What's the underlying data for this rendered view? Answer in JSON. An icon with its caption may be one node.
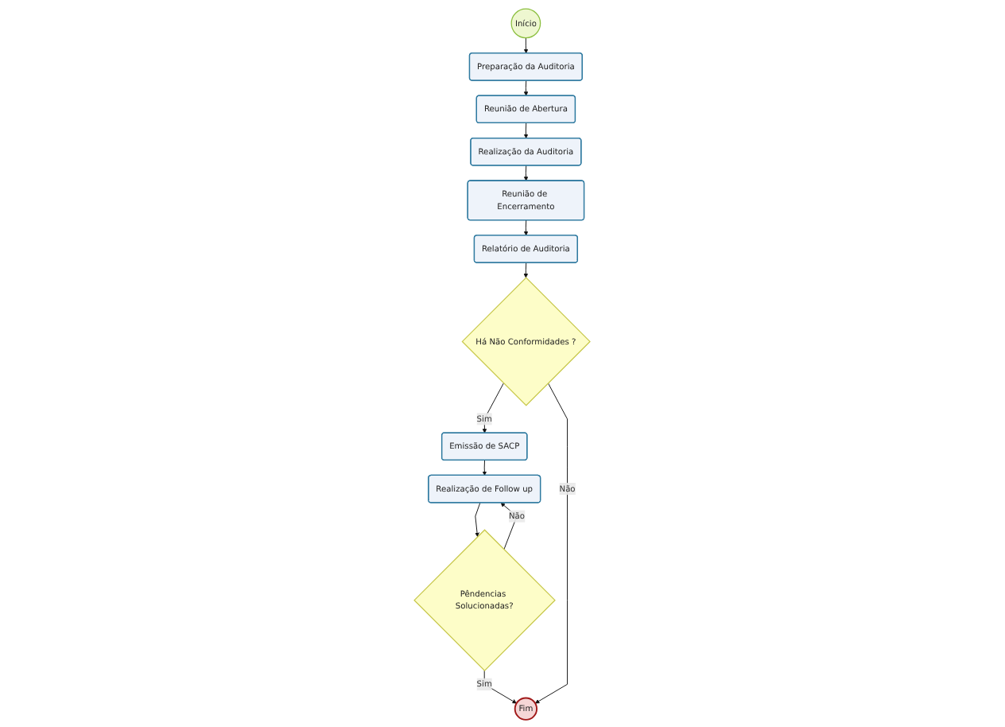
{
  "diagram": {
    "nodes": [
      {
        "text": [
          "Início"
        ]
      },
      {
        "text": [
          "Preparação da Auditoria"
        ]
      },
      {
        "text": [
          "Reunião de Abertura"
        ]
      },
      {
        "text": [
          "Realização da Auditoria"
        ]
      },
      {
        "text": [
          "Reunião de Encerramento"
        ]
      },
      {
        "text": [
          "Relatório de Auditoria"
        ]
      },
      {
        "text": [
          "Há Não Conformidades ?"
        ]
      },
      {
        "text": [
          "Emissão de SACP"
        ]
      },
      {
        "text": [
          "Realização de Follow up"
        ]
      },
      {
        "text": [
          "Pêndencias Solucionadas?"
        ]
      },
      {
        "text": [
          "Fim"
        ]
      }
    ],
    "edges": [
      {
        "from": 0,
        "to": 1,
        "arrow": "to"
      },
      {
        "from": 1,
        "to": 2,
        "arrow": "to"
      },
      {
        "from": 2,
        "to": 3,
        "arrow": "to"
      },
      {
        "from": 3,
        "to": 4,
        "arrow": "to"
      },
      {
        "from": 4,
        "to": 5,
        "arrow": "to"
      },
      {
        "from": 5,
        "to": 6,
        "arrow": "to"
      },
      {
        "from": 6,
        "to": 7,
        "label": "Sim",
        "arrow": "to"
      },
      {
        "from": 7,
        "to": 8,
        "arrow": "to"
      },
      {
        "from": 8,
        "to": 9,
        "arrow": "to"
      },
      {
        "from": 9,
        "to": 8,
        "label": "Não",
        "arrow": "to"
      },
      {
        "from": 9,
        "to": 10,
        "label": "Sim",
        "arrow": "to"
      },
      {
        "from": 6,
        "to": 10,
        "label": "Não",
        "arrow": "to"
      }
    ]
  }
}
